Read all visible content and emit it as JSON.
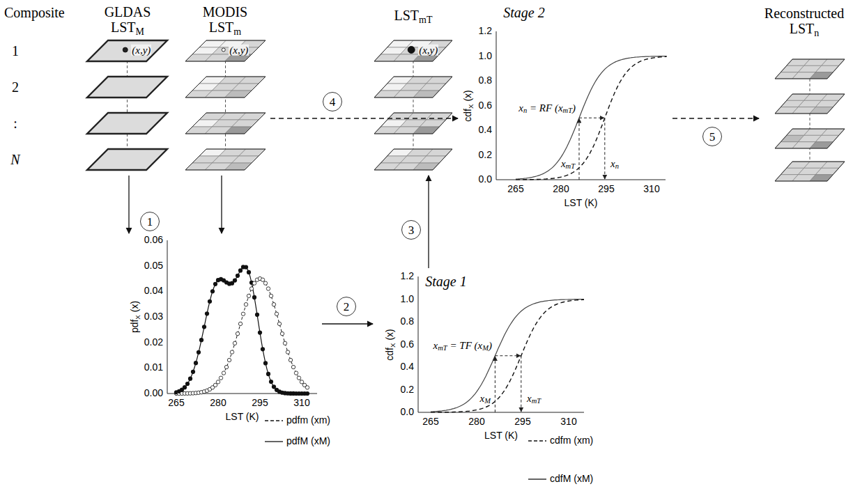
{
  "diagram": {
    "nodes": [
      {
        "text": [
          "GLDAS LSTM",
          "(x,y)"
        ]
      },
      {
        "text": [
          "MODIS LSTm",
          "(x,y)"
        ]
      },
      {
        "text": [
          "LSTmT",
          "(x,y)"
        ]
      },
      {
        "text": [
          "Stage 2",
          "1.2",
          "1.0",
          "0.8",
          "0.6",
          "0.4",
          "0.2",
          "0.0",
          "265",
          "280",
          "295",
          "310",
          "LST (K)",
          "cdfX (x)",
          "xn = RF (xmT)",
          "xmT",
          "xn"
        ]
      },
      {
        "text": [
          "Reconstructed LSTn"
        ]
      },
      {
        "text": [
          "0.06",
          "0.05",
          "0.04",
          "0.03",
          "0.02",
          "0.01",
          "0.00",
          "265",
          "280",
          "295",
          "310",
          "LST (K)",
          "pdfX (x)"
        ]
      },
      {
        "text": [
          "Stage 1",
          "1.2",
          "1.0",
          "0.8",
          "0.6",
          "0.4",
          "0.2",
          "0.0",
          "265",
          "280",
          "295",
          "310",
          "LST (K)",
          "cdfX (x)",
          "xmT = TF (xM)",
          "xM",
          "xmT"
        ]
      }
    ],
    "edges": [
      {
        "from": 0,
        "to": 5,
        "arrow": "to"
      },
      {
        "from": 1,
        "to": 5,
        "arrow": "to"
      },
      {
        "from": 5,
        "to": 6,
        "arrow": "to"
      },
      {
        "from": 6,
        "to": 2,
        "arrow": "to"
      },
      {
        "from": 1,
        "to": 3,
        "arrow": "to"
      },
      {
        "from": 3,
        "to": 4,
        "arrow": "to"
      }
    ],
    "labels": [
      "Composite",
      "1",
      "2",
      ":",
      "N",
      "1",
      "2",
      "3",
      "4",
      "5"
    ],
    "legend": [
      {
        "text": "pdfm (xm)"
      },
      {
        "text": "pdfM (xM)"
      },
      {
        "text": "cdfm (xm)"
      },
      {
        "text": "cdfM (xM)"
      }
    ]
  }
}
